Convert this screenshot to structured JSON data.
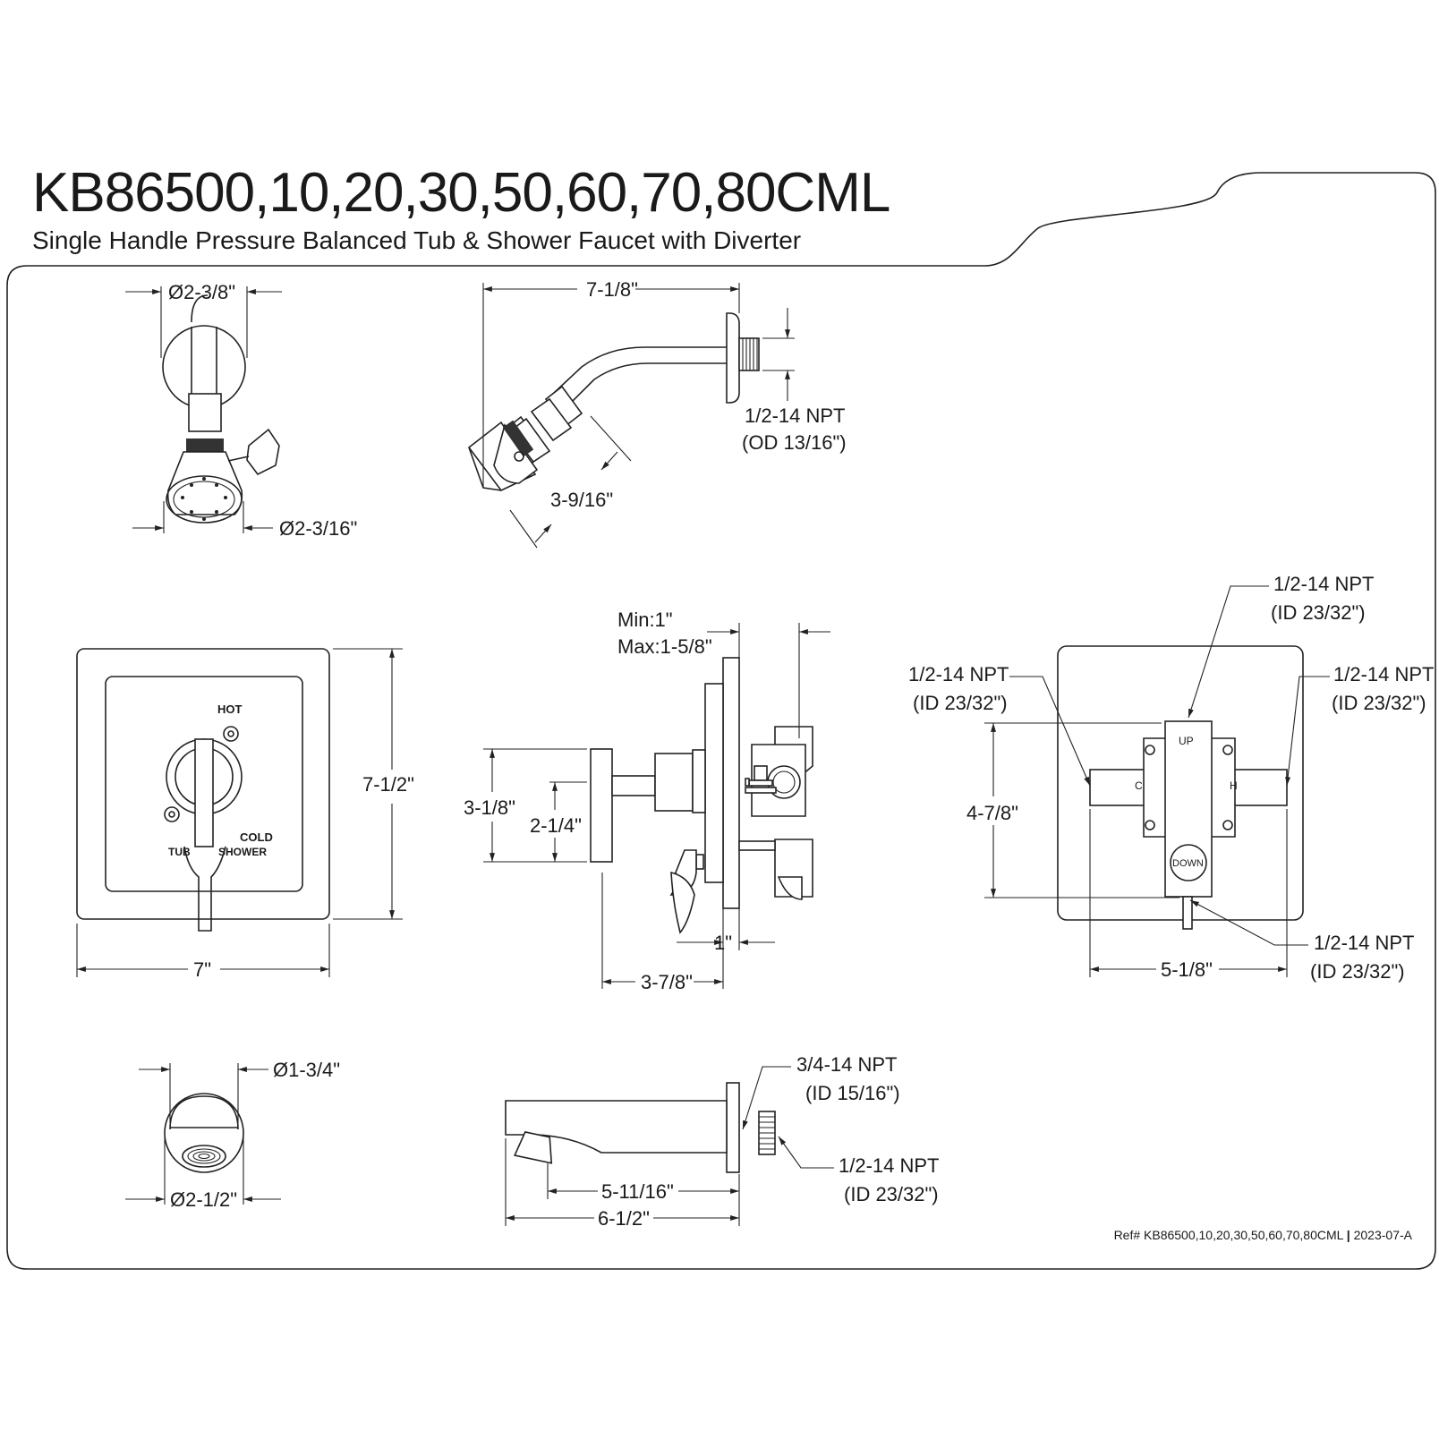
{
  "title": "KB86500,10,20,30,50,60,70,80CML",
  "subtitle": "Single Handle Pressure Balanced Tub & Shower Faucet with Diverter",
  "reference": {
    "prefix": "Ref# KB86500,10,20,30,50,60,70,80CML",
    "separator": "|",
    "revision": "2023-07-A"
  },
  "showerhead_front": {
    "flange_diameter": "Ø2-3/8\"",
    "head_diameter": "Ø2-3/16\""
  },
  "shower_arm_side": {
    "arm_length": "7-1/8\"",
    "thread_line1": "1/2-14 NPT",
    "thread_line2": "(OD 13/16\")",
    "head_length": "3-9/16\""
  },
  "trim_plate": {
    "label_hot": "HOT",
    "label_cold": "COLD",
    "label_tub": "TUB",
    "label_shower": "SHOWER",
    "height": "7-1/2\"",
    "width": "7\""
  },
  "valve_side": {
    "wall_min": "Min:1\"",
    "wall_max": "Max:1-5/8\"",
    "handle_height": "3-1/8\"",
    "handle_offset": "2-1/4\"",
    "plate_depth": "1\"",
    "overall_depth": "3-7/8\""
  },
  "valve_body": {
    "port_top_line1": "1/2-14 NPT",
    "port_top_line2": "(ID 23/32\")",
    "port_left_line1": "1/2-14 NPT",
    "port_left_line2": "(ID 23/32\")",
    "port_right_line1": "1/2-14 NPT",
    "port_right_line2": "(ID 23/32\")",
    "port_bottom_line1": "1/2-14 NPT",
    "port_bottom_line2": "(ID 23/32\")",
    "label_up": "UP",
    "label_down": "DOWN",
    "label_c": "C",
    "label_h": "H",
    "height": "4-7/8\"",
    "width": "5-1/8\""
  },
  "tub_spout_front": {
    "outlet_diameter": "Ø1-3/4\"",
    "flange_diameter": "Ø2-1/2\""
  },
  "tub_spout_side": {
    "thread_outer_line1": "3/4-14 NPT",
    "thread_outer_line2": "(ID 15/16\")",
    "thread_inner_line1": "1/2-14 NPT",
    "thread_inner_line2": "(ID 23/32\")",
    "reach": "5-11/16\"",
    "overall_length": "6-1/2\""
  }
}
